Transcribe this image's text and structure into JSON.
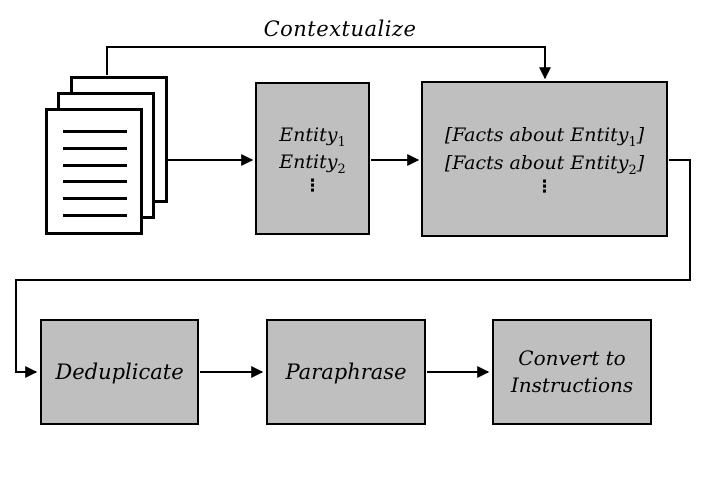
{
  "colors": {
    "box_fill": "#BFBFBF",
    "line": "#000000",
    "background": "#FFFFFF",
    "page_fill": "#FFFFFF"
  },
  "icons": {
    "documents": "document-stack-icon"
  },
  "contextualize": {
    "label": "Contextualize"
  },
  "entities_box": {
    "lines": [
      {
        "text": "Entity",
        "sub": "1"
      },
      {
        "text": "Entity",
        "sub": "2"
      }
    ],
    "ellipsis": "⋮"
  },
  "facts_box": {
    "lines": [
      {
        "pre": "[Facts about Entity",
        "sub": "1",
        "post": "]"
      },
      {
        "pre": "[Facts about Entity",
        "sub": "2",
        "post": "]"
      }
    ],
    "ellipsis": "⋮"
  },
  "process": {
    "deduplicate": "Deduplicate",
    "paraphrase": "Paraphrase",
    "convert_line1": "Convert to",
    "convert_line2": "Instructions"
  }
}
